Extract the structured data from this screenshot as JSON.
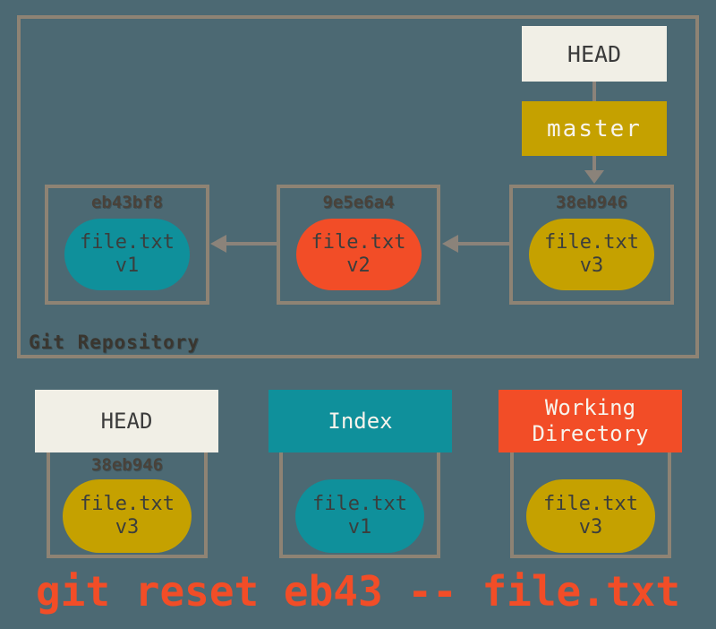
{
  "palette": {
    "background": "#4C6973",
    "box_border": "#8E8374",
    "connector": "#8B837A",
    "cream": "#F1EFE6",
    "gold": "#C5A100",
    "teal": "#0F909B",
    "orange": "#F24D27",
    "dark_text": "#3B3B3B",
    "hash_text": "#49423A",
    "light_text": "#F7F4EC"
  },
  "repository": {
    "label": "Git Repository",
    "head": {
      "label": "HEAD"
    },
    "branch": {
      "label": "master"
    },
    "commits": [
      {
        "hash": "eb43bf8",
        "file": "file.txt",
        "version": "v1",
        "pill_color": "#0F909B"
      },
      {
        "hash": "9e5e6a4",
        "file": "file.txt",
        "version": "v2",
        "pill_color": "#F24D27"
      },
      {
        "hash": "38eb946",
        "file": "file.txt",
        "version": "v3",
        "pill_color": "#C5A100"
      }
    ]
  },
  "areas": {
    "head": {
      "title": "HEAD",
      "hash": "38eb946",
      "file": "file.txt",
      "version": "v3",
      "header_bg": "#F1EFE6",
      "header_text": "#3B3B3B",
      "pill_color": "#C5A100"
    },
    "index": {
      "title": "Index",
      "file": "file.txt",
      "version": "v1",
      "header_bg": "#0F909B",
      "header_text": "#F7F4EC",
      "pill_color": "#0F909B"
    },
    "working_directory": {
      "title": "Working Directory",
      "file": "file.txt",
      "version": "v3",
      "header_bg": "#F24D27",
      "header_text": "#F7F4EC",
      "pill_color": "#C5A100"
    }
  },
  "command": "git reset eb43 -- file.txt"
}
